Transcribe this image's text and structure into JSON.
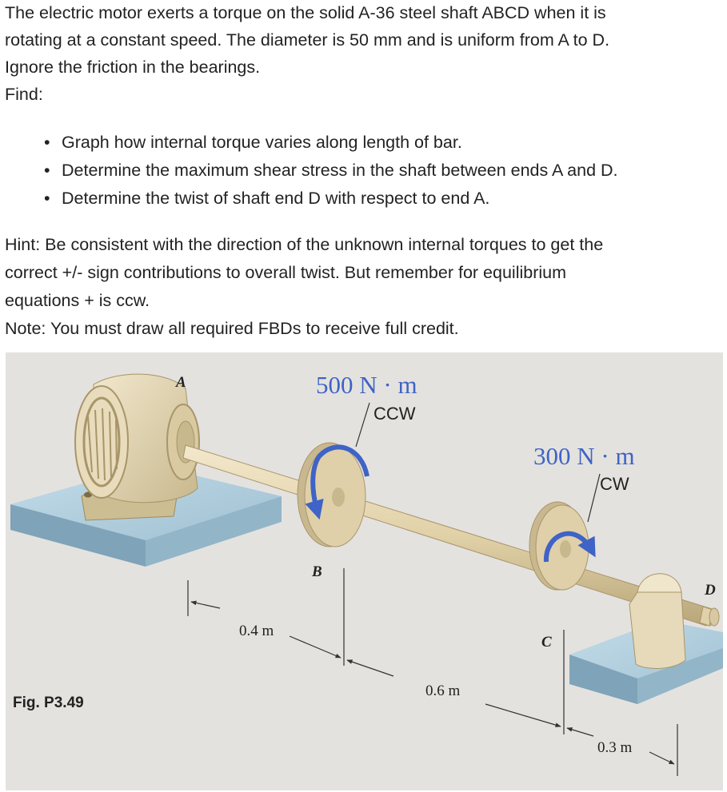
{
  "problem": {
    "lines": [
      "The electric motor exerts a torque on the solid A-36 steel shaft ABCD when it is",
      "rotating at a constant speed. The diameter is 50 mm and is uniform from A to D.",
      " Ignore the friction in the bearings.",
      "Find:"
    ],
    "tasks": [
      "Graph how internal torque varies along length of bar.",
      "Determine the maximum shear stress in the shaft between ends A and D.",
      "Determine the twist of shaft end D with respect to end A."
    ],
    "hint_lines": [
      "Hint: Be consistent with the direction of the unknown internal torques to get the",
      "correct +/- sign contributions to overall twist. But remember for equilibrium",
      "equations + is ccw."
    ],
    "note": "Note: You must draw all required FBDs to receive full credit."
  },
  "figure": {
    "caption": "Fig. P3.49",
    "point_labels": {
      "A": "A",
      "B": "B",
      "C": "C",
      "D": "D"
    },
    "torque_B": {
      "value": "500 N · m",
      "direction": "CCW"
    },
    "torque_C": {
      "value": "300 N · m",
      "direction": "CW"
    },
    "dimensions": {
      "AB": "0.4 m",
      "BC": "0.6 m",
      "CD": "0.3 m"
    },
    "colors": {
      "background": "#e4e2df",
      "base": "#a9c8d8",
      "shaft": "#e1d1a8",
      "disk": "#d8c9a3",
      "arrow": "#3f63c6"
    }
  }
}
